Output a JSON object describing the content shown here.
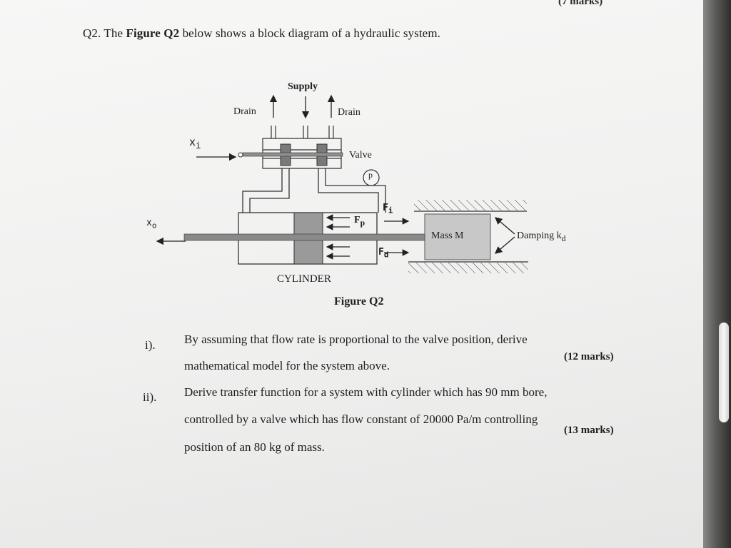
{
  "header": {
    "marks": "(7 marks)"
  },
  "question": {
    "number": "Q2.",
    "intro_before": "The",
    "figure_ref": "Figure Q2",
    "intro_after": "below shows a block diagram of a hydraulic system."
  },
  "figure": {
    "labels": {
      "supply": "Supply",
      "drain_left": "Drain",
      "drain_right": "Drain",
      "xi": "x",
      "xi_sub": "i",
      "valve": "Valve",
      "p": "p",
      "fi": "F",
      "fi_sub": "i",
      "xo": "x",
      "xo_sub": "o",
      "fp": "F",
      "fp_sub": "p",
      "mass": "Mass M",
      "damping": "Damping k",
      "damping_sub": "d",
      "fd": "F",
      "fd_sub": "d",
      "cylinder": "CYLINDER"
    },
    "caption": "Figure Q2"
  },
  "items": [
    {
      "num": "i).",
      "line1": "By assuming that flow rate is proportional to the valve position, derive",
      "line2": "mathematical model for the system above.",
      "marks": "(12 marks)"
    },
    {
      "num": "ii).",
      "line1": "Derive transfer function for a system with cylinder which has 90 mm bore,",
      "line2": "controlled by a valve which has flow constant of 20000 Pa/m controlling",
      "line3": "position of an 80 kg of mass.",
      "marks": "(13 marks)"
    }
  ]
}
